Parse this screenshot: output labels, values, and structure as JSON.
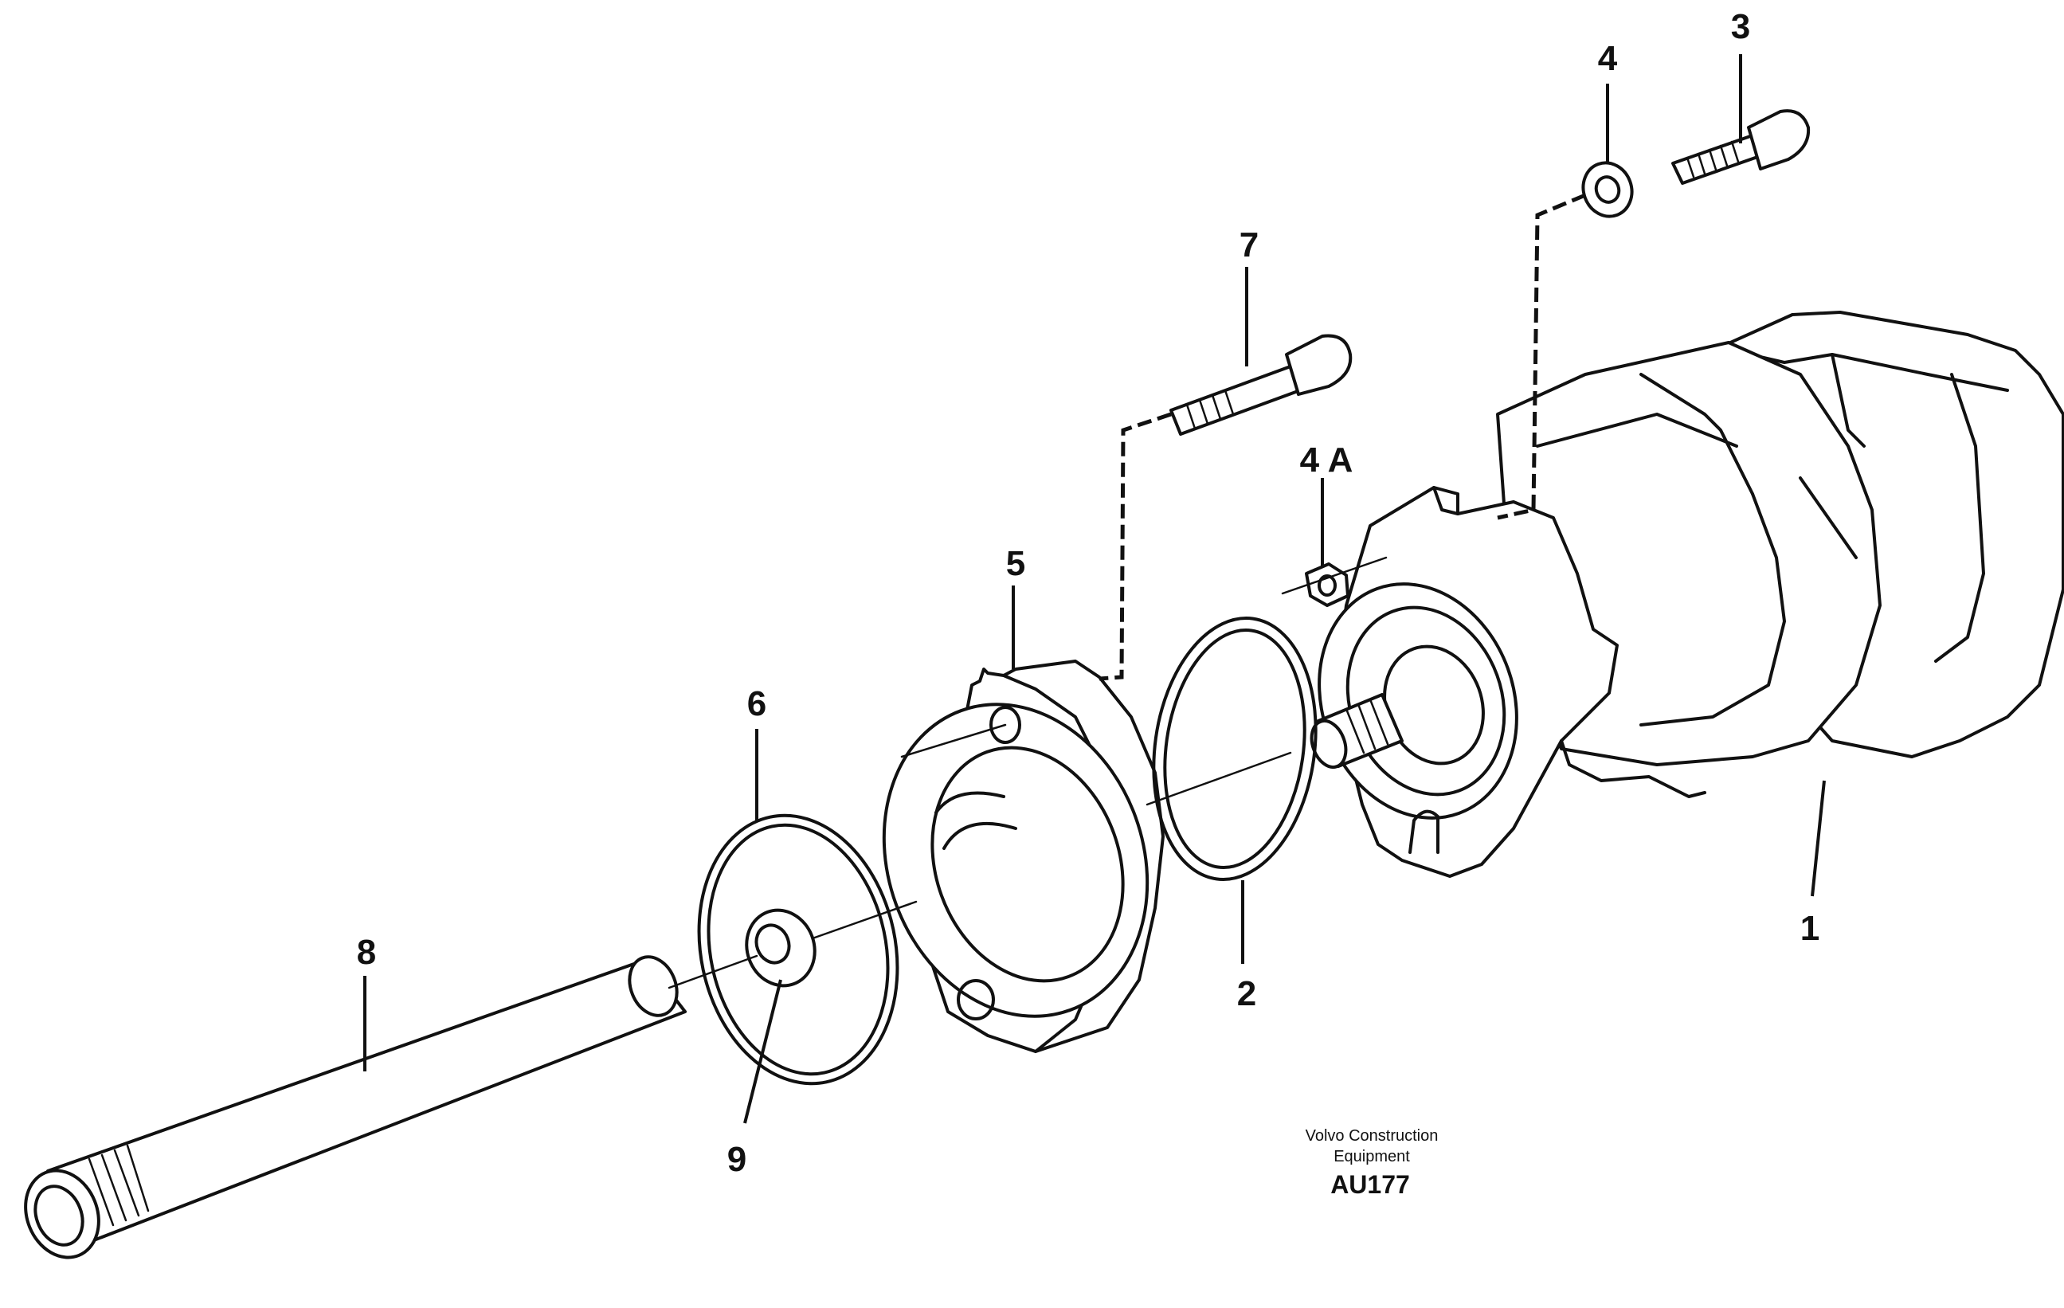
{
  "callouts": {
    "c1": "1",
    "c2": "2",
    "c3": "3",
    "c4": "4",
    "c4a": "4 A",
    "c5": "5",
    "c6": "6",
    "c7": "7",
    "c8": "8",
    "c9": "9"
  },
  "caption": {
    "line1": "Volvo Construction",
    "line2": "Equipment",
    "code": "AU177"
  }
}
